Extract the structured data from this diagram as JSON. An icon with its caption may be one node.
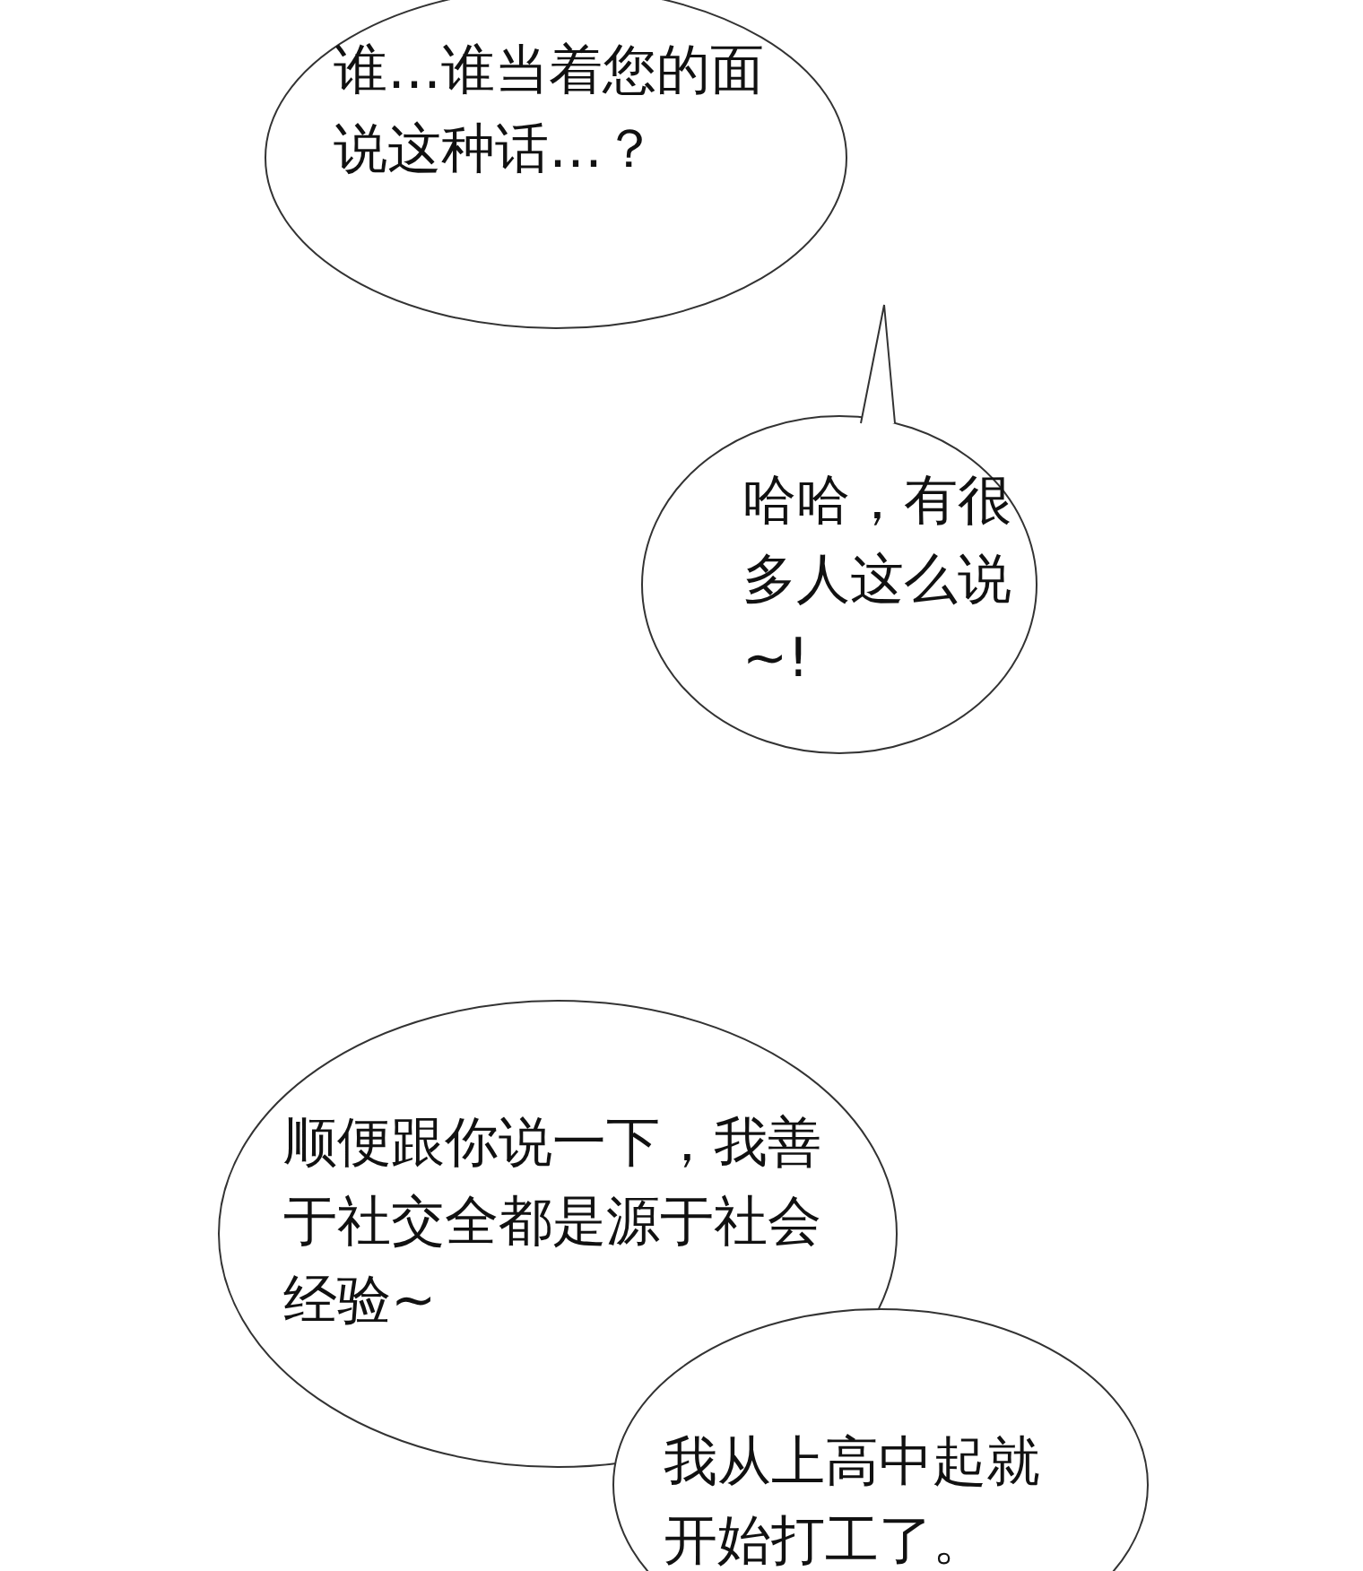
{
  "diagram": {
    "nodes": [
      {
        "text": [
          "谁…谁当着您的面说这种话…？"
        ]
      },
      {
        "text": [
          "哈哈，有很多人这么说~!"
        ]
      },
      {
        "text": [
          "顺便跟你说一下，我善于社交全都是源于社会经验~"
        ]
      },
      {
        "text": [
          "我从上高中起就开始打工了。"
        ]
      }
    ]
  }
}
